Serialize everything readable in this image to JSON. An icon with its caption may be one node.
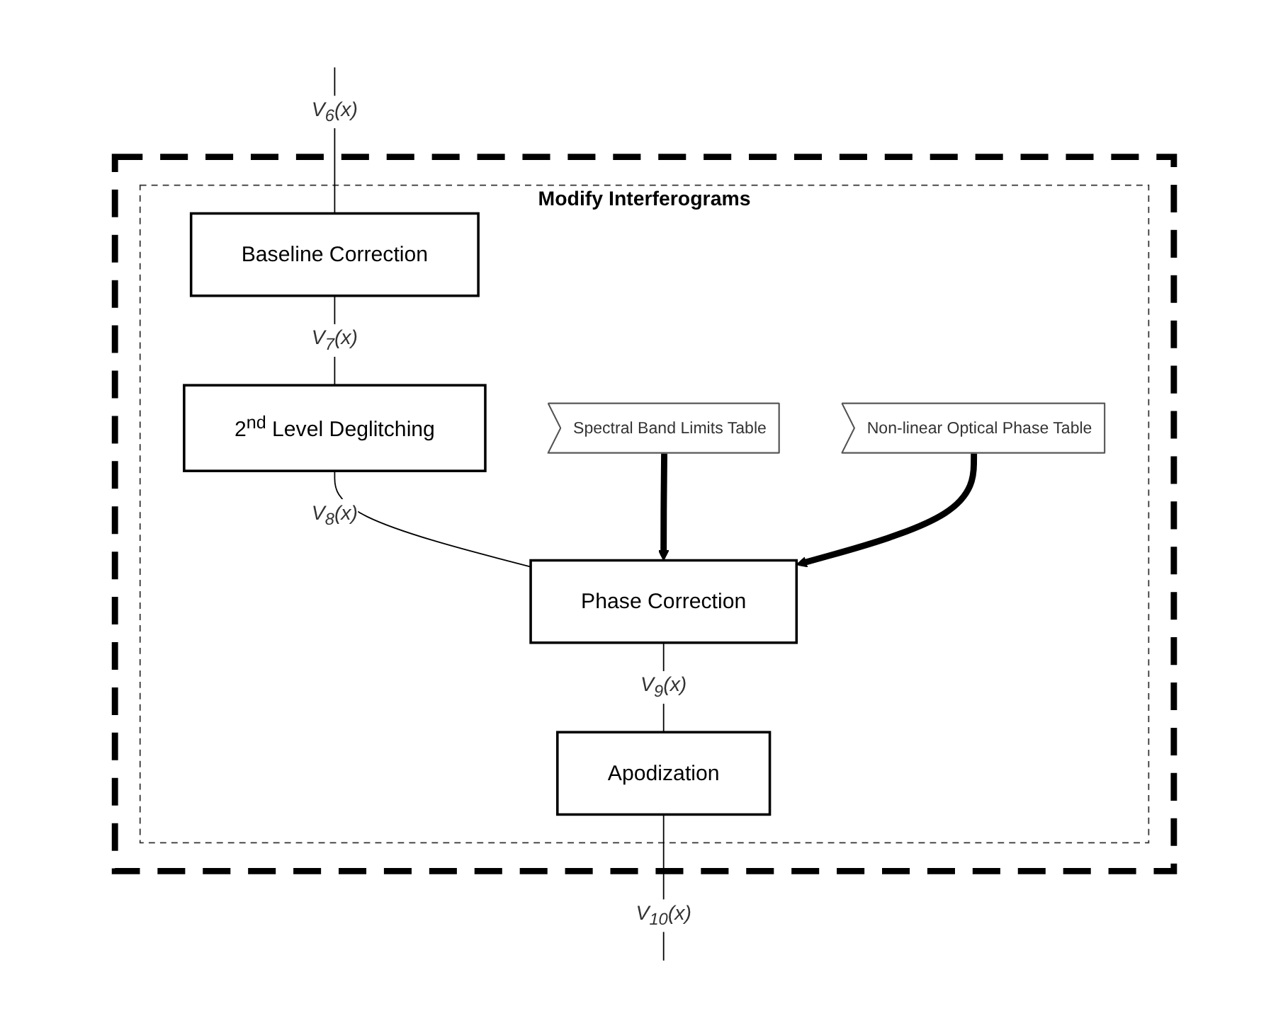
{
  "diagram": {
    "nodes": [
      {
        "text": [],
        "shape": "box"
      },
      {
        "text": [
          "Modify Interferograms"
        ],
        "in": 0
      },
      {
        "text": [
          "Baseline Correction"
        ],
        "in": 1
      },
      {
        "text": [
          "2$^{nd}$ Level Deglitching"
        ],
        "in": 1
      },
      {
        "text": [
          "Phase Correction"
        ],
        "in": 1
      },
      {
        "text": [
          "Apodization"
        ],
        "in": 1
      },
      {
        "text": [
          "Spectral Band Limits Table"
        ],
        "in": 1
      },
      {
        "text": [
          "Non-linear Optical Phase Table"
        ],
        "in": 1
      }
    ],
    "edges": [
      {
        "from": null,
        "to": 2,
        "arrow": "none",
        "label": "V$_{6}$(x)"
      },
      {
        "from": 2,
        "to": 3,
        "arrow": "none",
        "label": "V$_{7}$(x)"
      },
      {
        "from": 3,
        "to": 4,
        "arrow": "none",
        "label": "V$_{8}$(x)"
      },
      {
        "from": 4,
        "to": 5,
        "arrow": "none",
        "label": "V$_{9}$(x)"
      },
      {
        "from": 5,
        "to": null,
        "arrow": "none",
        "label": "V$_{10}$(x)"
      },
      {
        "from": 6,
        "to": 4,
        "arrow": "to",
        "style": "thick"
      },
      {
        "from": 7,
        "to": 4,
        "arrow": "to",
        "style": "thick"
      }
    ]
  }
}
